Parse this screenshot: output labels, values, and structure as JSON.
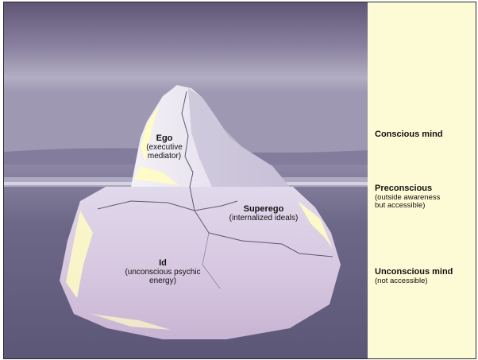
{
  "iceberg_labels": {
    "ego": {
      "title": "Ego",
      "line1": "(executive",
      "line2": "mediator)"
    },
    "superego": {
      "title": "Superego",
      "line1": "(internalized ideals)"
    },
    "id": {
      "title": "Id",
      "line1": "(unconscious psychic",
      "line2": "energy)"
    }
  },
  "levels": {
    "conscious": {
      "title": "Conscious mind"
    },
    "preconscious": {
      "title": "Preconscious",
      "line1": "(outside awareness",
      "line2": "but accessible)"
    },
    "unconscious": {
      "title": "Unconscious mind",
      "line1": "(not accessible)"
    }
  },
  "colors": {
    "sky": "#6e6483",
    "water": "#6b6486",
    "ice": "#e8e4ef",
    "ice_highlight": "#fffcc4",
    "panel": "#fdfbd6"
  }
}
